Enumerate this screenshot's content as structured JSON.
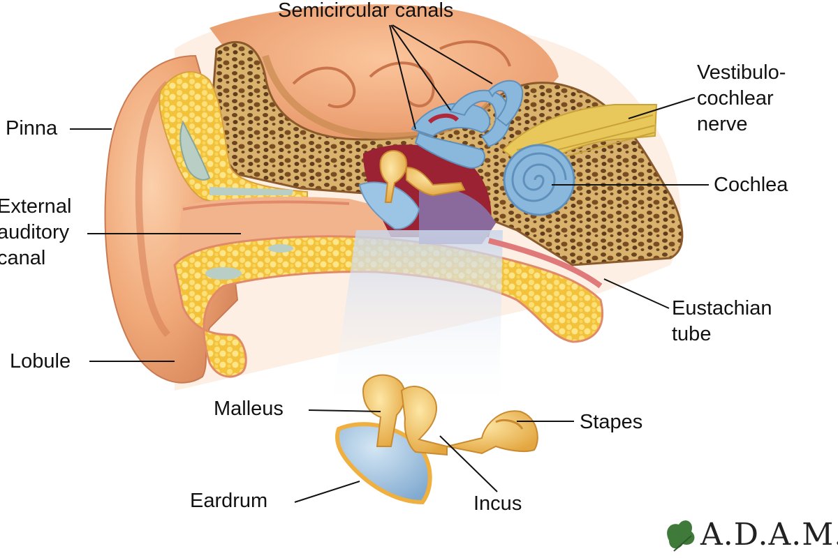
{
  "labels": {
    "semicircular_canals": "Semicircular canals",
    "vestibulocochlear_nerve": [
      "Vestibulo-",
      "cochlear",
      "nerve"
    ],
    "pinna": "Pinna",
    "cochlea": "Cochlea",
    "external_auditory_canal": [
      "External",
      "auditory",
      "canal"
    ],
    "eustachian_tube": [
      "Eustachian",
      "tube"
    ],
    "lobule": "Lobule",
    "malleus": "Malleus",
    "stapes": "Stapes",
    "eardrum": "Eardrum",
    "incus": "Incus"
  },
  "logo": {
    "text": "A.D.A.M.",
    "icon": "leaf-icon"
  },
  "colors": {
    "skin": "#f0a878",
    "skin_dark": "#d9825a",
    "bone": "#d8b068",
    "bone_pores": "#6b4420",
    "fat": "#f5c63c",
    "fat_light": "#fbe07a",
    "cartilage": "#b9cfc6",
    "brain": "#f3a879",
    "labyrinth_blue": "#8ab8dc",
    "middle_ear_red": "#b0283a",
    "middle_ear_purple": "#8a6a9c",
    "nerve": "#e8c85a",
    "ossicle": "#f2c25c",
    "eardrum_blue": "#9cc4e4",
    "callout_line": "#111111"
  }
}
